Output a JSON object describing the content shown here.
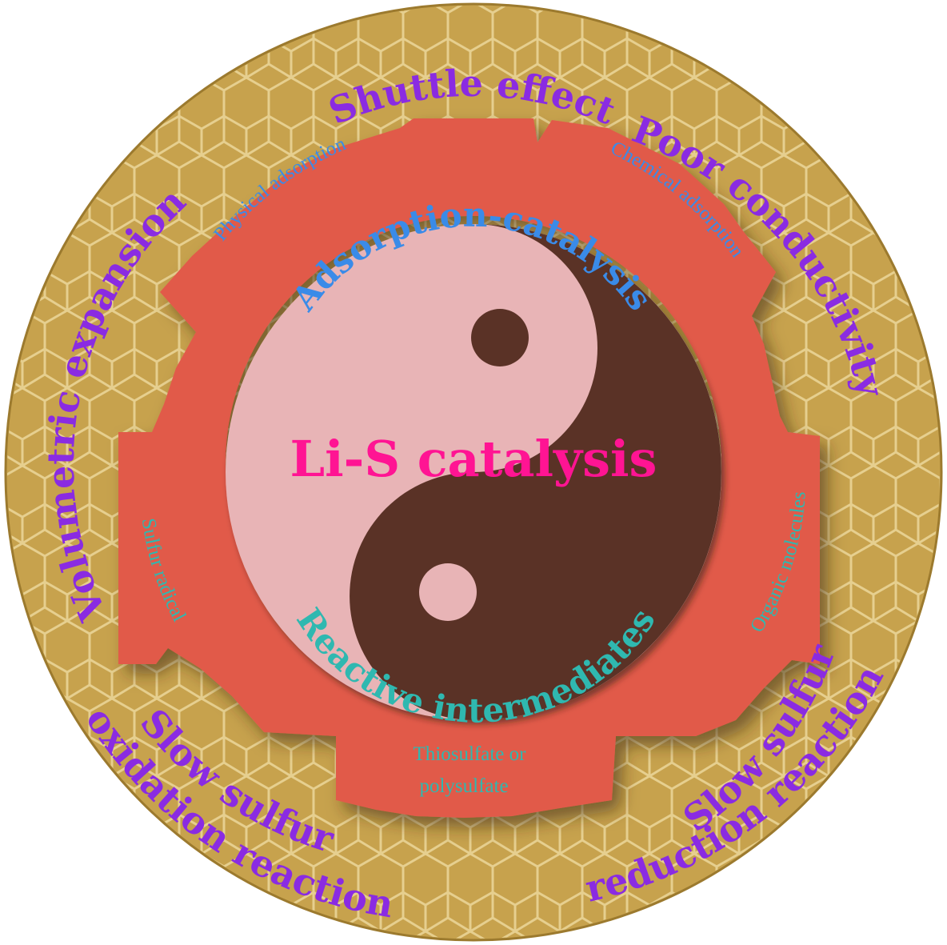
{
  "colors": {
    "outer_disc": "#c7a24d",
    "hex_pattern": "#e6cf8f",
    "gear": "#e15a4a",
    "yin_light": "#e8b4b6",
    "yang_dark": "#5a3328",
    "outer_text": "#8a2be2",
    "ring_text_blue": "#3a8be8",
    "ring_text_teal": "#2fb8b0",
    "center_text": "#ff1493"
  },
  "outer_challenges": [
    {
      "id": "shuttle",
      "text": "Shuttle effect"
    },
    {
      "id": "conductivity",
      "text": "Poor conductivity"
    },
    {
      "id": "volumetric",
      "text": "Volumetric expansion"
    },
    {
      "id": "srr_line1",
      "text": "Slow sulfur"
    },
    {
      "id": "srr_line2",
      "text": "reduction reaction"
    },
    {
      "id": "sor_line1",
      "text": "Slow sulfur"
    },
    {
      "id": "sor_line2",
      "text": "oxidation reaction"
    }
  ],
  "ring_mechanisms": [
    {
      "id": "physical",
      "text": "Physical adsorption"
    },
    {
      "id": "chemical",
      "text": "Chemical adsorption"
    },
    {
      "id": "sulfur_radical",
      "text": "Sulfur radical"
    },
    {
      "id": "organic",
      "text": "Organic  molecules"
    },
    {
      "id": "thio_line1",
      "text": "Thiosulfate or"
    },
    {
      "id": "thio_line2",
      "text": "polysulfate"
    }
  ],
  "inner": {
    "top": "Adsorption-catalysis",
    "bottom": "Reactive intermediates",
    "center": "Li-S catalysis"
  }
}
